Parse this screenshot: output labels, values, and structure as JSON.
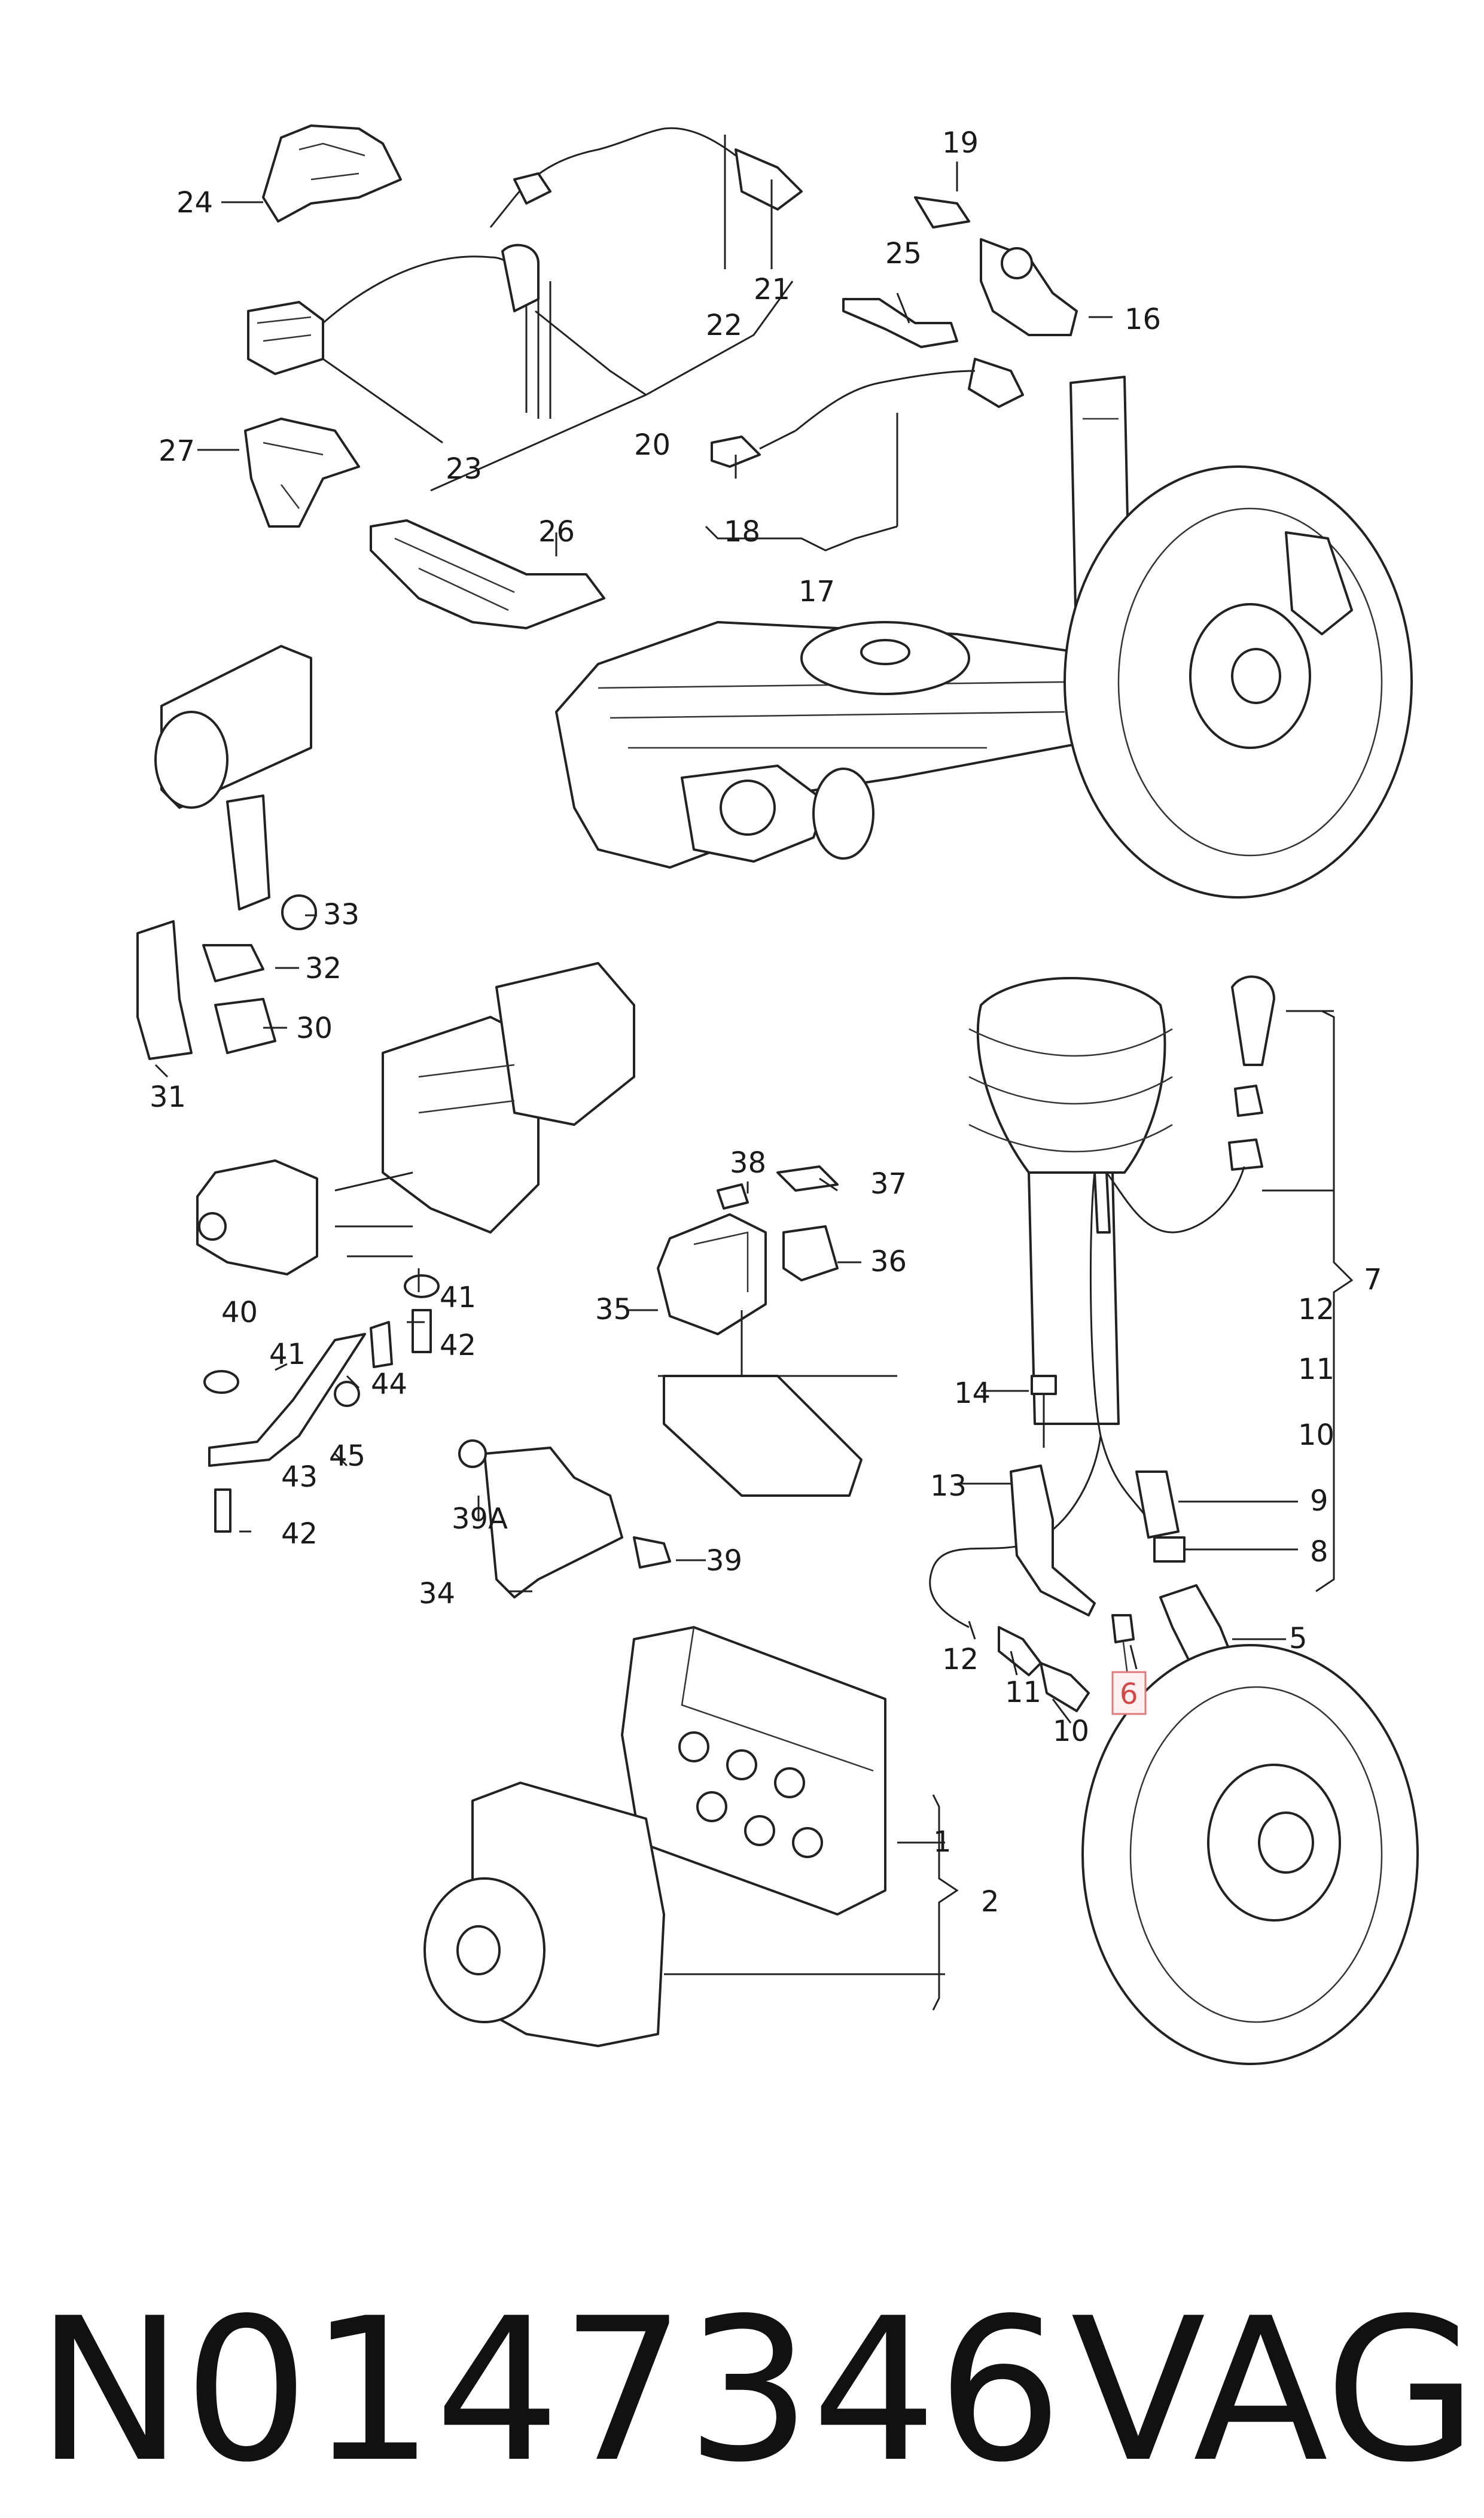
{
  "diagram": {
    "highlighted_callout": "6",
    "highlight_color": "#e07a7a",
    "callouts": {
      "c1": "1",
      "c2": "2",
      "c5": "5",
      "c6": "6",
      "c7": "7",
      "c8": "8",
      "c9": "9",
      "c10a": "10",
      "c10b": "10",
      "c11a": "11",
      "c11b": "11",
      "c12a": "12",
      "c12b": "12",
      "c13": "13",
      "c14": "14",
      "c16": "16",
      "c17": "17",
      "c18": "18",
      "c19": "19",
      "c20": "20",
      "c21": "21",
      "c22": "22",
      "c23": "23",
      "c24": "24",
      "c25": "25",
      "c26": "26",
      "c27": "27",
      "c30": "30",
      "c31": "31",
      "c32": "32",
      "c33": "33",
      "c34": "34",
      "c35": "35",
      "c36": "36",
      "c37": "37",
      "c38": "38",
      "c39": "39",
      "c39A": "39A",
      "c40": "40",
      "c41a": "41",
      "c41b": "41",
      "c42a": "42",
      "c42b": "42",
      "c43": "43",
      "c44": "44",
      "c45": "45"
    }
  },
  "footer": {
    "part_number": "N0147346",
    "brand": "VAG"
  }
}
